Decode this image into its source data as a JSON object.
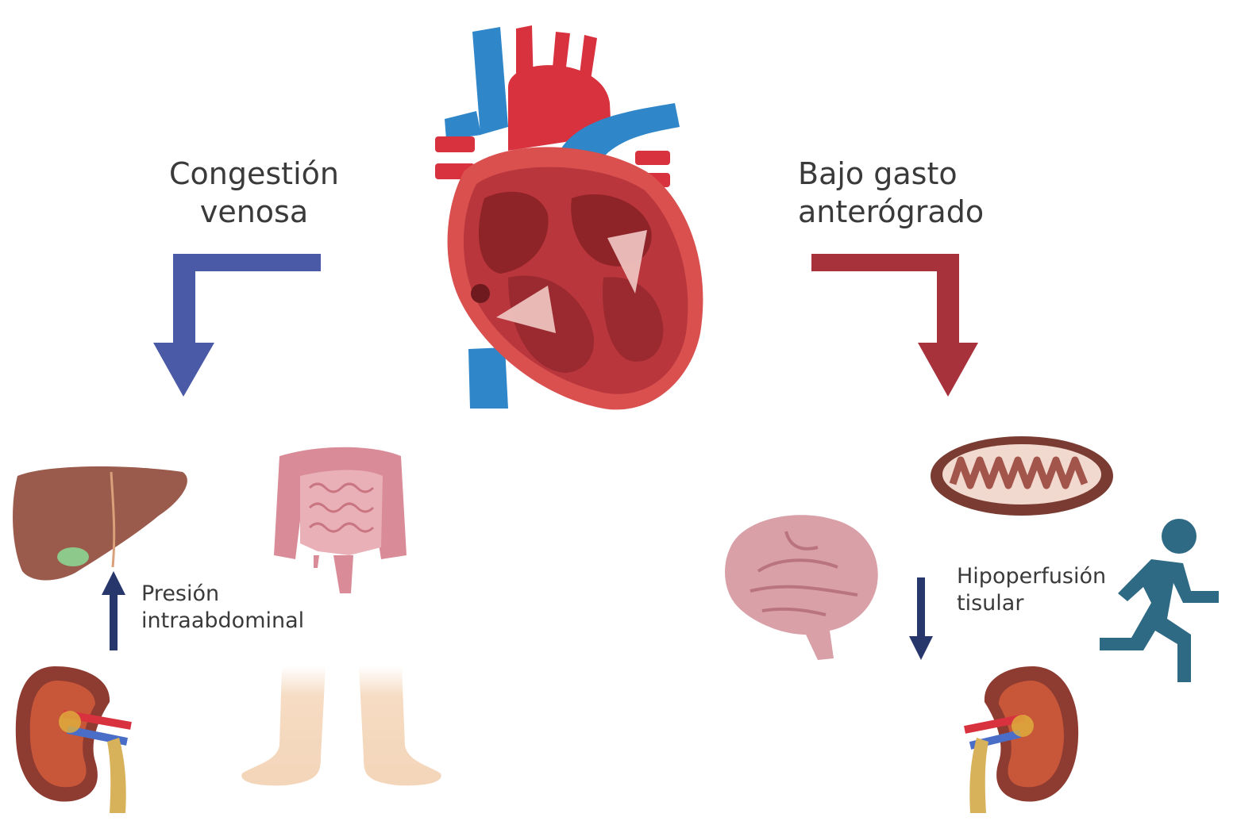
{
  "diagram": {
    "left_branch": {
      "label_line1": "Congestión",
      "label_line2": "venosa",
      "arrow_color": "#4a5aa6"
    },
    "right_branch": {
      "label_line1": "Bajo gasto",
      "label_line2": "anterógrado",
      "arrow_color": "#a8323c"
    },
    "pressure_note": {
      "line1": "Presión",
      "line2": "intraabdominal",
      "arrow": "up"
    },
    "perfusion_note": {
      "line1": "Hipoperfusión",
      "line2": "tisular",
      "arrow": "down"
    },
    "small_arrow_color": "#27366b",
    "organs": {
      "center": "heart-icon",
      "left": [
        "liver-icon",
        "intestine-icon",
        "kidney-icon",
        "legs-edema-icon"
      ],
      "right": [
        "mitochondria-icon",
        "brain-icon",
        "runner-icon",
        "kidney-icon"
      ]
    },
    "colors": {
      "artery": "#d8323f",
      "vein": "#2f86c8",
      "myocardium": "#c8484c",
      "liver": "#9a5a4c",
      "intestine": "#e0a0a8",
      "brain": "#d9a0a8",
      "runner": "#2f6a85",
      "skin": "#f6dcc3",
      "mitochondria": "#7a3c32"
    }
  }
}
